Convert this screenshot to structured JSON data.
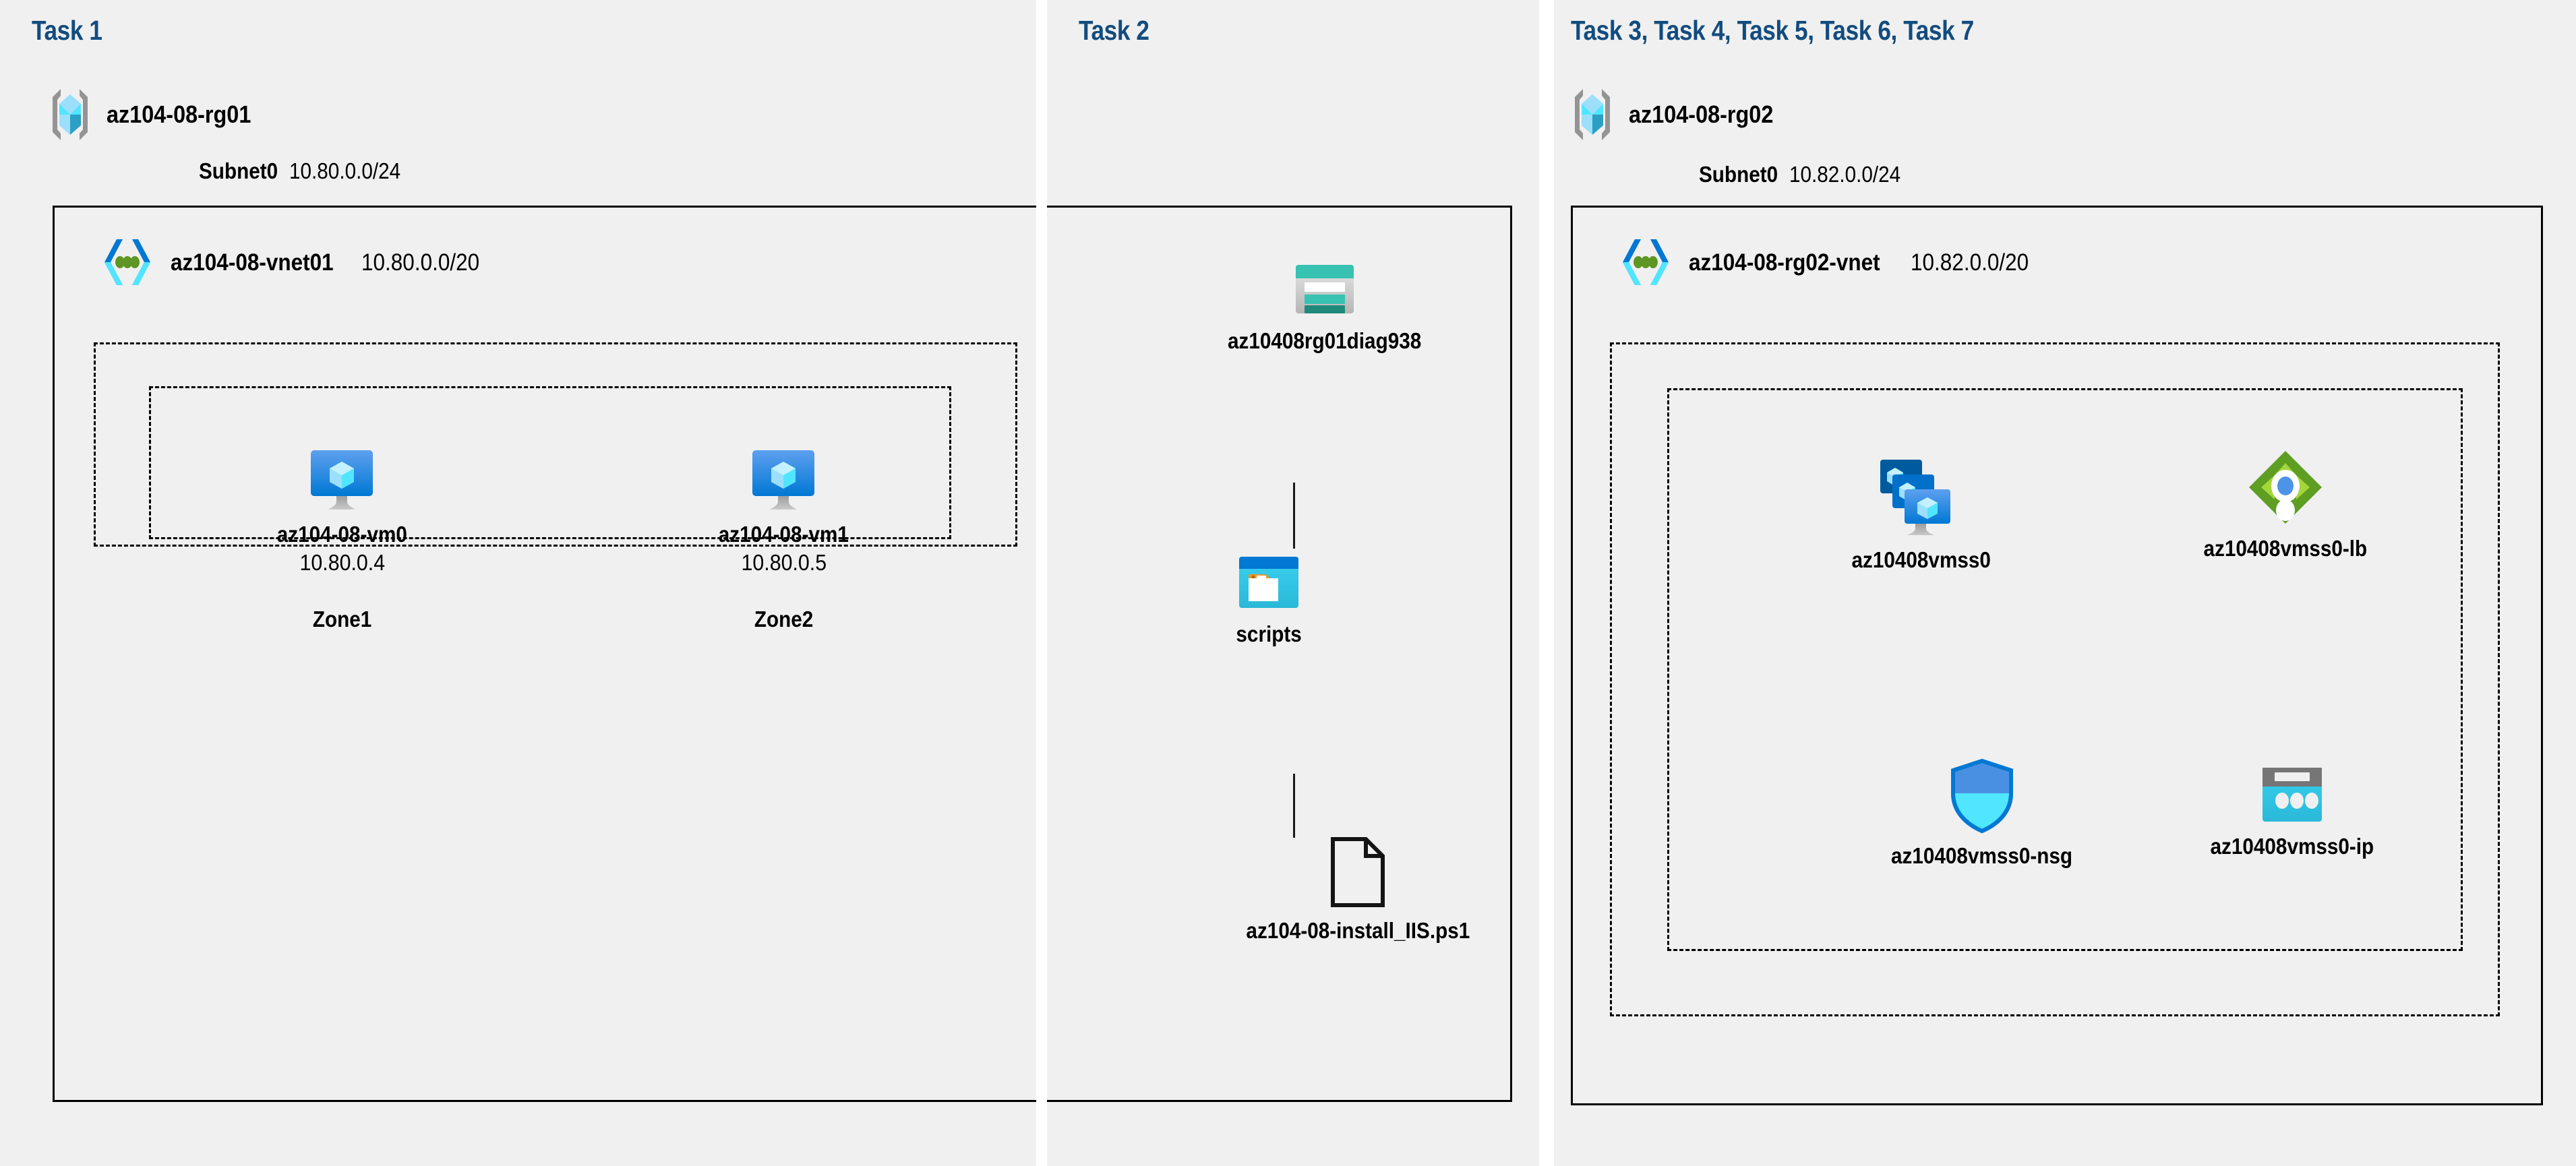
{
  "panels": [
    {
      "id": "task1",
      "title": "Task 1"
    },
    {
      "id": "task2",
      "title": "Task 2"
    },
    {
      "id": "task3",
      "title": "Task 3, Task 4, Task 5, Task 6, Task 7"
    }
  ],
  "colors": {
    "panel_background": "#f0f0f0",
    "title_blue": "#124c7f",
    "border_black": "#000000",
    "storage_teal": "#37c2b1",
    "storage_teal_dark": "#1f8a7c",
    "blob_blue": "#0078d4",
    "blob_cyan": "#32bedd",
    "blob_orange": "#e8952a",
    "lb_green": "#5e9e23",
    "lb_green_light": "#a4d639",
    "lb_dot_blue": "#4d94e8",
    "nsg_blue": "#4a90e2",
    "nsg_cyan": "#50e6ff",
    "publicip_gray": "#767676",
    "publicip_cyan": "#32bedd",
    "vm_blue_top": "#5ea0ef",
    "vm_blue_bottom": "#0078d4",
    "rg_bracket_gray": "#949494",
    "rg_cube_cyan": "#50e6ff"
  },
  "task1": {
    "resource_group": {
      "name": "az104-08-rg01",
      "icon": "resource-group-icon"
    },
    "vnet": {
      "name": "az104-08-vnet01",
      "cidr": "10.80.0.0/20",
      "icon": "virtual-network-icon"
    },
    "subnet": {
      "name": "Subnet0",
      "cidr": "10.80.0.0/24"
    },
    "vms": [
      {
        "name": "az104-08-vm0",
        "ip": "10.80.0.4",
        "zone": "Zone1",
        "icon": "virtual-machine-icon"
      },
      {
        "name": "az104-08-vm1",
        "ip": "10.80.0.5",
        "zone": "Zone2",
        "icon": "virtual-machine-icon"
      }
    ]
  },
  "task2": {
    "storage_account": {
      "name": "az10408rg01diag938",
      "icon": "storage-account-icon"
    },
    "container": {
      "name": "scripts",
      "icon": "blob-container-icon"
    },
    "file": {
      "name": "az104-08-install_IIS.ps1",
      "icon": "file-icon"
    }
  },
  "task3": {
    "resource_group": {
      "name": "az104-08-rg02",
      "icon": "resource-group-icon"
    },
    "vnet": {
      "name": "az104-08-rg02-vnet",
      "cidr": "10.82.0.0/20",
      "icon": "virtual-network-icon"
    },
    "subnet": {
      "name": "Subnet0",
      "cidr": "10.82.0.0/24"
    },
    "resources": [
      {
        "name": "az10408vmss0",
        "icon": "vm-scale-set-icon"
      },
      {
        "name": "az10408vmss0-lb",
        "icon": "load-balancer-icon"
      },
      {
        "name": "az10408vmss0-nsg",
        "icon": "network-security-group-icon"
      },
      {
        "name": "az10408vmss0-ip",
        "icon": "public-ip-address-icon"
      }
    ]
  }
}
